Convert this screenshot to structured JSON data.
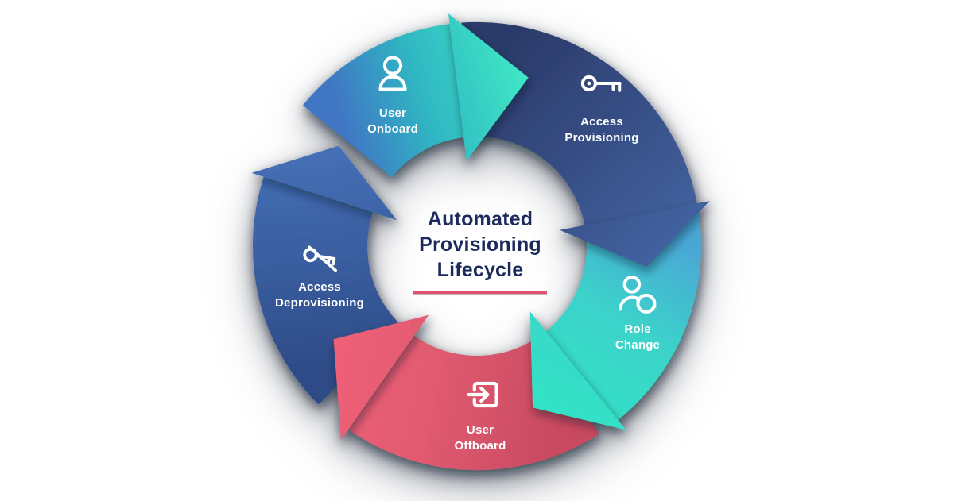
{
  "title": {
    "line1": "Automated",
    "line2": "Provisioning",
    "line3": "Lifecycle"
  },
  "colors": {
    "background": "#ffffff",
    "title_text": "#1c2b5c",
    "accent_underline": "#e0506a",
    "label_text": "#ffffff"
  },
  "segments": [
    {
      "id": "user-onboard",
      "label_line1": "User",
      "label_line2": "Onboard",
      "icon": "user-icon",
      "color_start": "#4076c4",
      "color_end": "#3ee6c5"
    },
    {
      "id": "access-provisioning",
      "label_line1": "Access",
      "label_line2": "Provisioning",
      "icon": "key-icon",
      "color_start": "#2b3a69",
      "color_end": "#41619f"
    },
    {
      "id": "role-change",
      "label_line1": "Role",
      "label_line2": "Change",
      "icon": "user-sync-icon",
      "color_start": "#4aa7d6",
      "color_end": "#32e4c6"
    },
    {
      "id": "user-offboard",
      "label_line1": "User",
      "label_line2": "Offboard",
      "icon": "exit-box-arrow-icon",
      "color_start": "#c84a61",
      "color_end": "#ef6077"
    },
    {
      "id": "access-deprovisioning",
      "label_line1": "Access",
      "label_line2": "Deprovisioning",
      "icon": "key-slash-icon",
      "color_start": "#2e4c88",
      "color_end": "#456fb6"
    }
  ]
}
